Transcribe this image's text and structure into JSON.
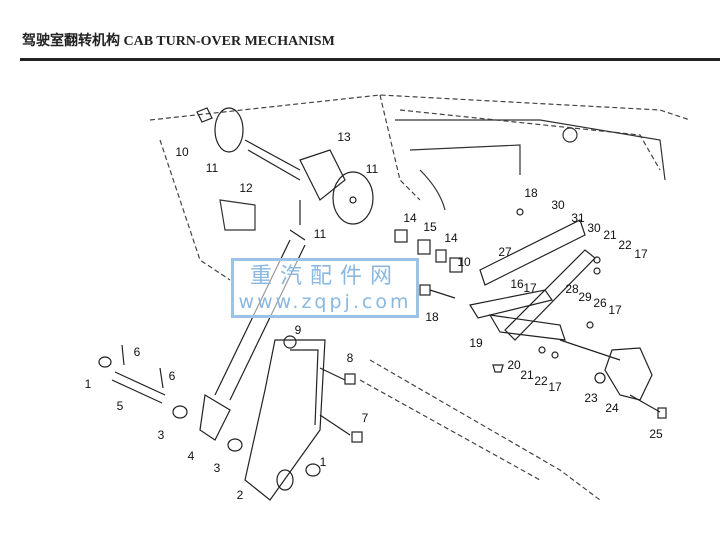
{
  "header": {
    "title": "驾驶室翻转机构 CAB TURN-OVER MECHANISM"
  },
  "watermark": {
    "line1": "重汽配件网",
    "line2": "www.zqpj.com"
  },
  "callouts": [
    "10",
    "11",
    "12",
    "13",
    "11",
    "11",
    "14",
    "15",
    "14",
    "10",
    "18",
    "30",
    "31",
    "30",
    "21",
    "22",
    "17",
    "27",
    "16",
    "17",
    "28",
    "29",
    "26",
    "17",
    "19",
    "20",
    "21",
    "22",
    "17",
    "23",
    "24",
    "25",
    "18",
    "9",
    "8",
    "7",
    "6",
    "1",
    "6",
    "5",
    "3",
    "4",
    "3",
    "2",
    "1"
  ]
}
